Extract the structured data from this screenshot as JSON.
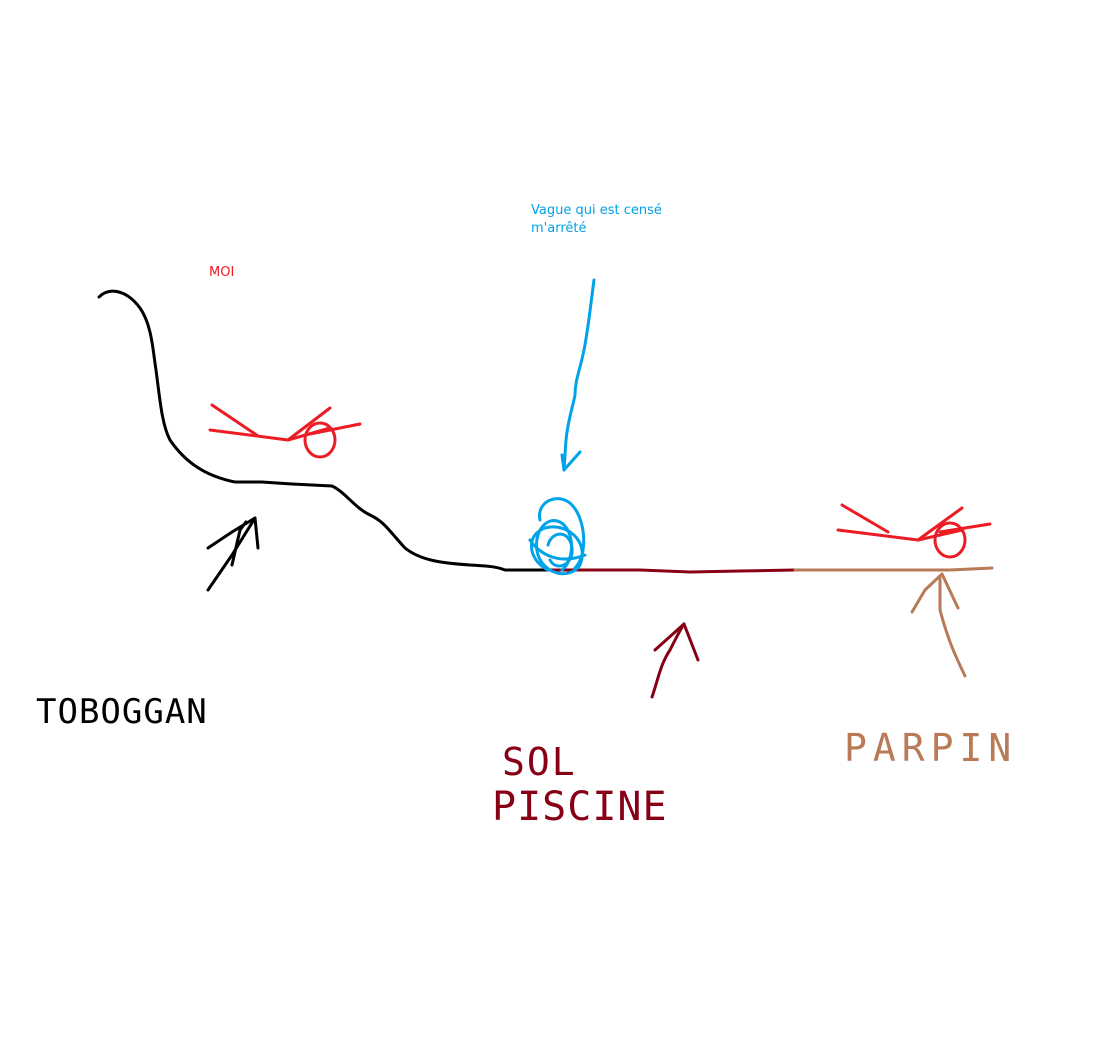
{
  "labels": {
    "moi": "MOI",
    "vague_line1": "Vague qui est censé",
    "vague_line2": "m'arrêté",
    "toboggan": "TOBOGGAN",
    "sol_line1": "SOL",
    "sol_line2": "PISCINE",
    "parpin": "PARPIN"
  },
  "colors": {
    "toboggan": "#000000",
    "person": "#ed1c24",
    "wave": "#00a2e8",
    "sol_piscine": "#880015",
    "parpin": "#b97a57",
    "background": "#ffffff"
  }
}
